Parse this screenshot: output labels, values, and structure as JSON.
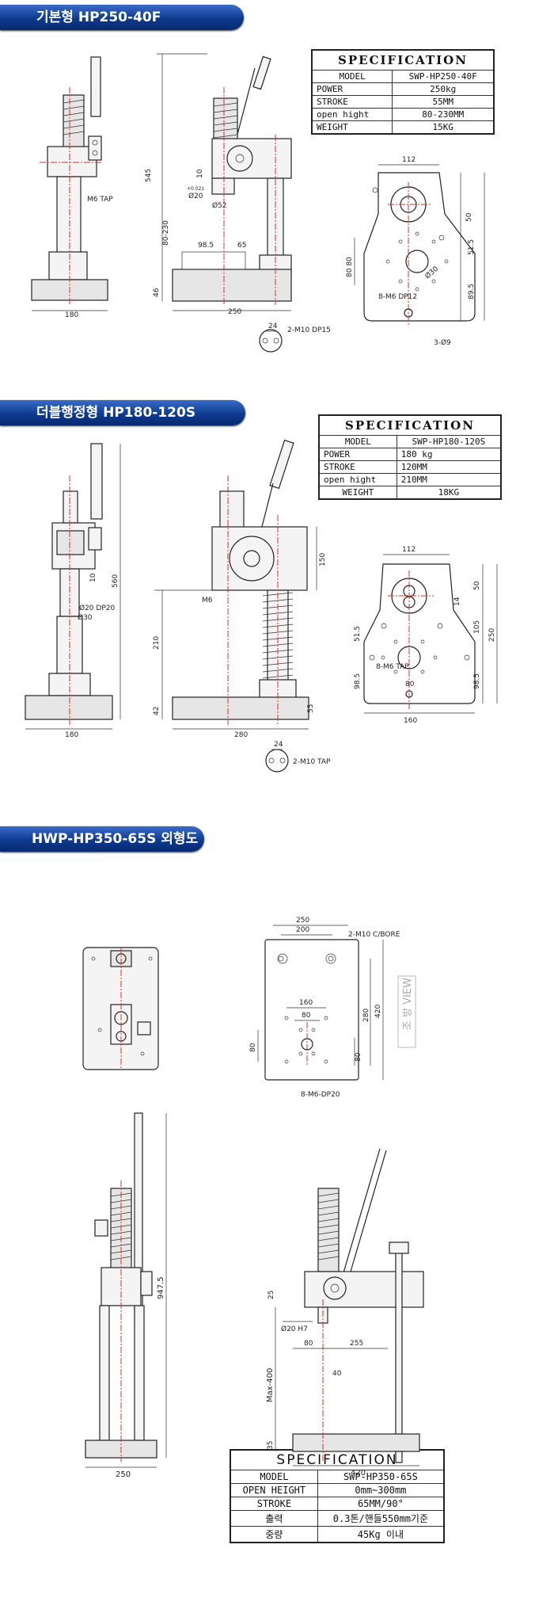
{
  "sections": [
    {
      "banner": "기본형  HP250-40F",
      "spec": {
        "title": "SPECIFICATION",
        "rows": [
          {
            "label": "MODEL",
            "value": "SWP-HP250-40F"
          },
          {
            "label": "POWER",
            "value": "250kg"
          },
          {
            "label": "STROKE",
            "value": "55MM"
          },
          {
            "label": "open hight",
            "value": "80-230MM"
          },
          {
            "label": "WEIGHT",
            "value": "15KG"
          }
        ]
      },
      "labels": {
        "m6tap": "M6 TAP",
        "d180": "180",
        "d250": "250",
        "d545": "545",
        "d46": "46",
        "d80_230": "80-230",
        "d985": "98.5",
        "d65": "65",
        "d10": "10",
        "phi20": "Ø20",
        "phi52": "Ø52",
        "tolerance": "+0.021",
        "d24": "24",
        "m10": "2-M10 DP15",
        "d112": "112",
        "d50": "50",
        "d515": "51.5",
        "d895": "89.5",
        "d8080": "80 80",
        "phi30": "Ø30",
        "m6dp12": "8-M6 DP12",
        "phi9": "3-Ø9"
      }
    },
    {
      "banner": "더블행정형 HP180-120S",
      "spec": {
        "title": "SPECIFICATION",
        "rows": [
          {
            "label": "MODEL",
            "value": "SWP-HP180-120S"
          },
          {
            "label": "POWER",
            "value": "180  kg"
          },
          {
            "label": "STROKE",
            "value": "120MM"
          },
          {
            "label": "open hight",
            "value": "210MM"
          },
          {
            "label": "WEIGHT",
            "value": "18KG"
          }
        ]
      },
      "labels": {
        "d180": "180",
        "d560": "560",
        "d10": "10",
        "phi20dp": "Ø20 DP20",
        "phi30": "Ø30",
        "m6": "M6",
        "d150": "150",
        "d210": "210",
        "d42": "42",
        "d55": "55",
        "d280": "280",
        "d24": "24",
        "m10tap": "2-M10 TAP",
        "d112": "112",
        "d50": "50",
        "d14": "14",
        "d105": "105",
        "d250": "250",
        "d515": "51.5",
        "d985": "98.5",
        "d80": "80",
        "m6tap": "8-M6 TAP",
        "d160": "160"
      }
    },
    {
      "banner": "HWP-HP350-65S 외형도",
      "spec": {
        "title": "SPECIFICATION",
        "rows": [
          {
            "label": "MODEL",
            "value": "SWP-HP350-65S"
          },
          {
            "label": "OPEN HEIGHT",
            "value": "0mm~300mm"
          },
          {
            "label": "STROKE",
            "value": "65MM/90°"
          },
          {
            "label": "출력",
            "value": "0.3톤/핸들550mm기준"
          },
          {
            "label": "중량",
            "value": "45Kg 이내"
          }
        ]
      },
      "labels": {
        "d250": "250",
        "d200": "200",
        "m10bore": "2-M10 C/BORE",
        "view": "조 방 VIEW",
        "d160": "160",
        "d80a": "80",
        "d280": "280",
        "d420v": "420",
        "d80b": "80",
        "d80c": "80",
        "m6dp20": "8-M6-DP20",
        "d9475": "947.5",
        "d250b": "250",
        "d25": "25",
        "phi20h7": "Ø20 H7",
        "max400": "Max-400",
        "d80d": "80",
        "d255": "255",
        "d40": "40",
        "d35": "35",
        "d420h": "420"
      }
    }
  ]
}
